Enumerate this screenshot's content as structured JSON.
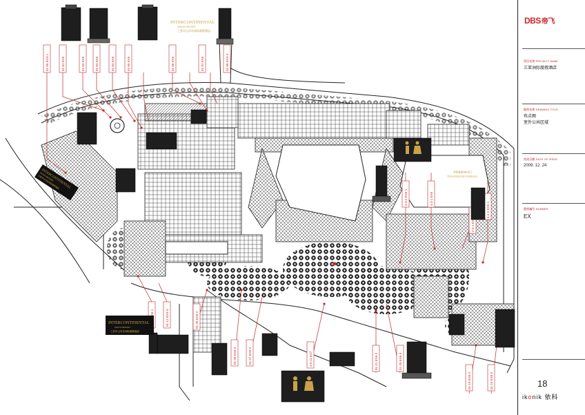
{
  "title_block": {
    "logo_text": "DBS",
    "logo_cn": "帝飞",
    "project_label": "项目名称 PROJECT NAME",
    "project_value": "三亚洲际度假酒店",
    "drawing_label": "图纸名称 DRAWING TITLE",
    "drawing_value_1": "布点图",
    "drawing_value_2": "室外公共区域",
    "date_label": "完成日期 DATE OF ISSUE",
    "date_value": "2009. 12. 24",
    "number_label": "图纸编号 NUMBER",
    "number_value": "EX",
    "page_number": "18",
    "footer_brand_a": "ik",
    "footer_brand_dot": "o",
    "footer_brand_b": "nik",
    "footer_brand_cn": "依科"
  },
  "brand": {
    "name_top": "INTERCONTINENTAL",
    "name_sub": "SANYA RESORT",
    "name_cn": "三亚半山半岛洲际度假酒店",
    "name_top_left": "INTERCONTINENTAL",
    "name_sub_left": "SANYA RESORT",
    "name_cn_left": "三亚半山半岛洲际度假酒店",
    "name_top_bottom": "INTERCONTINENTAL",
    "name_sub_bottom": "SANYA RESORT",
    "name_cn_bottom": "三亚半山半岛洲际度假酒店",
    "name_top_right": "INTERCONTINENTAL",
    "name_cn_right": "三亚洲际度假酒店"
  },
  "callouts_top": [
    "01-05 EX3-1",
    "01-01 EX5",
    "01-02 EX5",
    "01-03 EX5",
    "01-04 EX5",
    "01-05 EX5",
    "01-06 EX5",
    "01-07 EX5",
    "01-08 EX3-3"
  ],
  "callouts_right": [
    "4-3-2 EX6-1",
    "4-3-1 EX5",
    "4-4-1 EX6-1",
    "4-4-2 EX5-1"
  ],
  "callouts_bottom": [
    "01-10 EX6-1",
    "01-12 EX3-3",
    "01-30 EX6-2",
    "01-28 EX6-2",
    "01-27 EX6-2",
    "4-5-11 EX7",
    "01-21 EX6-2",
    "01-20 EX6-3",
    "01-19 EX6-2",
    "01-16 EX6-2"
  ]
}
